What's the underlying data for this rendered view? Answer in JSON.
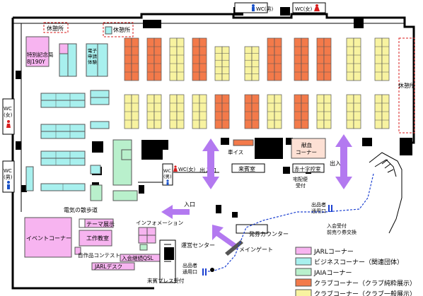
{
  "colors": {
    "jarl": "#f7b4f0",
    "business": "#a8f0ee",
    "jaia": "#b9f0cc",
    "club_pure": "#f37a4a",
    "club_general": "#f8f3a0",
    "blood": "#fde0d4",
    "arrow": "#b379f0",
    "wall": "#000000",
    "wc_male": "#1a52c8",
    "wc_female": "#d81e1e",
    "path": "#1a3fd0"
  },
  "labels": {
    "wc_male_top": "WC(男)",
    "wc_female_top": "WC(女)",
    "rest_area_top_left": "休憩所",
    "rest_area_top_mid": "休憩所",
    "rest_area_right": "休憩所",
    "special_booth": "特別記念局\n8J190Y",
    "electronic_application": "電子\n申請\n体験",
    "wc_female_left": "WC\n(女)",
    "wc_male_left": "WC\n(男)",
    "wc_male_mid": "WC\n(男)",
    "wc_female_mid": "WC(女)",
    "entrance_left": "出入口",
    "entrance_right": "出入口",
    "wheelchair": "車イス",
    "vip_room": "来賓室",
    "blood_donation": "献血\nコーナー",
    "red_cross_room": "赤十字控室",
    "delivery": "宅配便\n受付",
    "exhibitor_entrance_right": "出品者\n通用口",
    "entry_ticket": "入会受付\n前売り券交換",
    "electric_path": "電気の散歩道",
    "entrance_mid": "入口",
    "information": "インフォメーション",
    "theme_exhibit": "テーマ展示",
    "workshop": "工作教室",
    "event_corner": "イベントコーナー",
    "contest": "自作品コンテスト",
    "qsl": "入会継続QSL",
    "jarl_desk": "JARLデスク",
    "operation_center": "運営センター",
    "ticket_counter": "発券カウンター",
    "main_gate": "メインゲート",
    "exhibitor_entrance_bottom": "出品者\n通用口",
    "press_reception": "来賓プレス受付"
  },
  "legend": [
    {
      "label": "JARLコーナー",
      "color": "#f7b4f0"
    },
    {
      "label": "ビジネスコーナー（関連団体）",
      "color": "#a8f0ee"
    },
    {
      "label": "JAIAコーナー",
      "color": "#b9f0cc"
    },
    {
      "label": "クラブコーナー（クラブ純粋展示）",
      "color": "#f37a4a"
    },
    {
      "label": "クラブコーナー（クラブ一般展示）",
      "color": "#f8f3a0"
    }
  ]
}
